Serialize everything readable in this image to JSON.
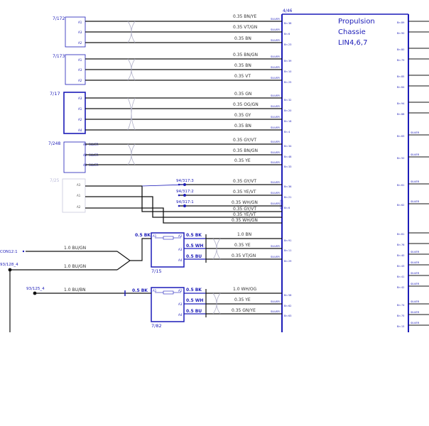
{
  "connectors": {
    "c7172": {
      "label": "7/172",
      "pins": [
        "A1",
        "A3",
        "A2"
      ]
    },
    "c7173": {
      "label": "7/173",
      "pins": [
        "A1",
        "A3",
        "A2"
      ]
    },
    "c717": {
      "label": "7/17",
      "pins": [
        "A3",
        "A1",
        "A2",
        "A4"
      ]
    },
    "c7248": {
      "label": "7/248",
      "pins": [
        "A1",
        "A2",
        "A3"
      ],
      "silver": [
        "SILVER",
        "SILVER",
        "SILVER"
      ]
    },
    "c725": {
      "label": "7/25",
      "pins": [
        "A3",
        "A1",
        "A2"
      ]
    },
    "c715": {
      "label": "7/15",
      "pins": [
        "A1",
        "A2",
        "A3",
        "A4"
      ]
    },
    "c782": {
      "label": "7/82",
      "pins": [
        "A1",
        "A2",
        "A3",
        "A4"
      ]
    }
  },
  "wires": [
    {
      "label": "0.35 BN/YE",
      "shield": "SILVER",
      "pin": "Bn 38"
    },
    {
      "label": "0.35 VT/GN",
      "shield": "SILVER",
      "pin": "Bn 6"
    },
    {
      "label": "0.35 BN",
      "shield": "SILVER",
      "pin": "Bn 23"
    },
    {
      "label": "0.35 BN/GN",
      "shield": "SILVER",
      "pin": "Bn 39"
    },
    {
      "label": "0.35 BN",
      "shield": "SILVER",
      "pin": "Bn 10"
    },
    {
      "label": "0.35 VT",
      "shield": "SILVER",
      "pin": "Bn 25"
    },
    {
      "label": "0.35 GN",
      "shield": "SILVER",
      "pin": "Bn 32"
    },
    {
      "label": "0.35 OG/GN",
      "shield": "SILVER",
      "pin": "Bn 20"
    },
    {
      "label": "0.35 GY",
      "shield": "SILVER",
      "pin": "Bn 18"
    },
    {
      "label": "0.35 BN",
      "shield": "SILVER",
      "pin": "Bn 4"
    },
    {
      "label": "0.35 GY/VT",
      "shield": "SILVER",
      "pin": "Bn 34"
    },
    {
      "label": "0.35 BN/GN",
      "shield": "SILVER",
      "pin": "Bn 48"
    },
    {
      "label": "0.35 YE",
      "shield": "SILVER",
      "pin": "Bn 33"
    },
    {
      "label": "0.35 GY/VT",
      "shield": "SILVER",
      "pin": "Bn 36"
    },
    {
      "label": "0.35 YE/VT",
      "shield": "SILVER",
      "pin": "Bn 21"
    },
    {
      "label": "0.35 WH/GN",
      "shield": "SILVER",
      "pin": "Bn 6"
    },
    {
      "label": "0.35 GY/VT",
      "shield": "",
      "pin": ""
    },
    {
      "label": "0.35 YE/VT",
      "shield": "",
      "pin": ""
    },
    {
      "label": "0.35 WH/GN",
      "shield": "",
      "pin": ""
    },
    {
      "label": "1.0 BN",
      "shield": "",
      "pin": "Bn 91"
    },
    {
      "label": "0.35 YE",
      "shield": "SILVER",
      "pin": "Bn 11"
    },
    {
      "label": "0.35 VT/GN",
      "shield": "SILVER",
      "pin": "Bn 29"
    },
    {
      "label": "1.0 WH/OG",
      "shield": "",
      "pin": "Bn 58"
    },
    {
      "label": "0.35 YE",
      "shield": "SILVER",
      "pin": "Bn 62"
    },
    {
      "label": "0.35 GN/YE",
      "shield": "SILVER",
      "pin": "Bn 63"
    }
  ],
  "splices": [
    "94/317:3",
    "94/317:2",
    "94/317:1"
  ],
  "ecu": {
    "label": "4/46",
    "title_lines": [
      "Propulsion",
      "Chassie",
      "LIN4,6,7"
    ]
  },
  "right_pins": [
    {
      "pin": "Bn 89",
      "silver": ""
    },
    {
      "pin": "Bn 90",
      "silver": ""
    },
    {
      "pin": "Bn 80",
      "silver": ""
    },
    {
      "pin": "Bn 79",
      "silver": ""
    },
    {
      "pin": "Bn 85",
      "silver": ""
    },
    {
      "pin": "Bn 84",
      "silver": ""
    },
    {
      "pin": "Bn 94",
      "silver": ""
    },
    {
      "pin": "Bn 88",
      "silver": ""
    },
    {
      "pin": "Bn 83",
      "silver": "SILVER"
    },
    {
      "pin": "Bn 50",
      "silver": "SILVER"
    },
    {
      "pin": "Bn 61",
      "silver": "SILVER"
    },
    {
      "pin": "Bn 62",
      "silver": "SILVER"
    },
    {
      "pin": "Bn 81",
      "silver": ""
    },
    {
      "pin": "Bn 76",
      "silver": ""
    },
    {
      "pin": "Bn 40",
      "silver": "SILVER"
    },
    {
      "pin": "Bn 43",
      "silver": "SILVER"
    },
    {
      "pin": "Bn 41",
      "silver": "SILVER"
    },
    {
      "pin": "Bn 42",
      "silver": "SILVER"
    },
    {
      "pin": "Bn 74",
      "silver": "SILVER"
    },
    {
      "pin": "Bn 75",
      "silver": "SILVER"
    },
    {
      "pin": "Bn 15",
      "silver": "SILVER"
    }
  ],
  "left_wires": {
    "con_label": "CON12:1",
    "w1": "1.0 BU/GN",
    "ref2": "93/128_4",
    "w2": "1.0 BU/GN",
    "ref3": "93/125_4",
    "w3": "1.0 BU/BN"
  },
  "fuse_labels": {
    "bk1": "0.5 BK",
    "bk1r": "0.5 BK",
    "wh1": "0.5 WH",
    "bu1": "0.5 BU",
    "bk2": "0.5 BK",
    "bk2r": "0.5 BK",
    "wh2": "0.5 WH",
    "bu2": "0.5 BU"
  }
}
